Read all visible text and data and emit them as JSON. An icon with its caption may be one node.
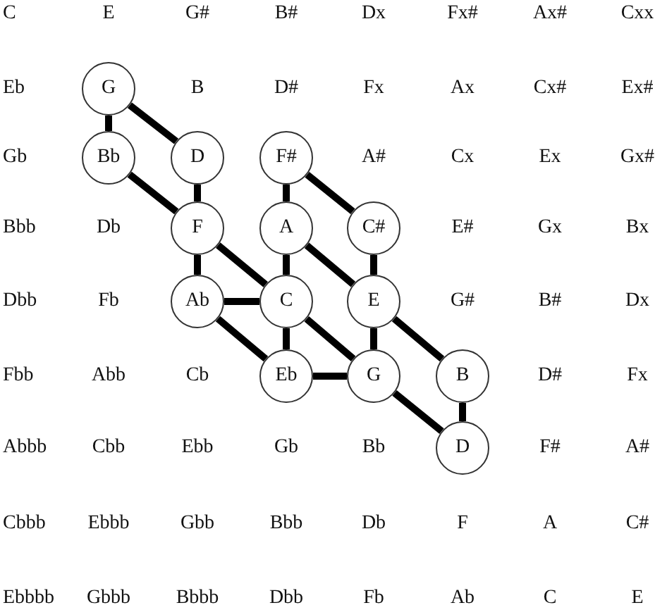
{
  "diagram": {
    "nodes": [
      {
        "text": [
          "G"
        ]
      },
      {
        "text": [
          "Bb"
        ]
      },
      {
        "text": [
          "D"
        ]
      },
      {
        "text": [
          "F#"
        ]
      },
      {
        "text": [
          "F"
        ]
      },
      {
        "text": [
          "A"
        ]
      },
      {
        "text": [
          "C#"
        ]
      },
      {
        "text": [
          "Ab"
        ]
      },
      {
        "text": [
          "C"
        ]
      },
      {
        "text": [
          "E"
        ]
      },
      {
        "text": [
          "Eb"
        ]
      },
      {
        "text": [
          "G"
        ]
      },
      {
        "text": [
          "B"
        ]
      },
      {
        "text": [
          "D"
        ]
      }
    ],
    "edges": [
      {
        "from": 0,
        "to": 1,
        "arrow": "none"
      },
      {
        "from": 0,
        "to": 2,
        "arrow": "none"
      },
      {
        "from": 1,
        "to": 4,
        "arrow": "none"
      },
      {
        "from": 2,
        "to": 4,
        "arrow": "none"
      },
      {
        "from": 3,
        "to": 5,
        "arrow": "none"
      },
      {
        "from": 3,
        "to": 6,
        "arrow": "none"
      },
      {
        "from": 4,
        "to": 7,
        "arrow": "none"
      },
      {
        "from": 4,
        "to": 8,
        "arrow": "none"
      },
      {
        "from": 5,
        "to": 8,
        "arrow": "none"
      },
      {
        "from": 5,
        "to": 9,
        "arrow": "none"
      },
      {
        "from": 6,
        "to": 9,
        "arrow": "none"
      },
      {
        "from": 7,
        "to": 8,
        "arrow": "none"
      },
      {
        "from": 7,
        "to": 10,
        "arrow": "none"
      },
      {
        "from": 8,
        "to": 10,
        "arrow": "none"
      },
      {
        "from": 8,
        "to": 11,
        "arrow": "none"
      },
      {
        "from": 9,
        "to": 11,
        "arrow": "none"
      },
      {
        "from": 9,
        "to": 12,
        "arrow": "none"
      },
      {
        "from": 10,
        "to": 11,
        "arrow": "none"
      },
      {
        "from": 11,
        "to": 13,
        "arrow": "none"
      },
      {
        "from": 12,
        "to": 13,
        "arrow": "none"
      }
    ],
    "labels": [
      "C",
      "E",
      "G#",
      "B#",
      "Dx",
      "Fx#",
      "Ax#",
      "Cxx",
      "Eb",
      "B",
      "D#",
      "Fx",
      "Ax",
      "Cx#",
      "Ex#",
      "Gb",
      "A#",
      "Cx",
      "Ex",
      "Gx#",
      "Bbb",
      "Db",
      "E#",
      "Gx",
      "Bx",
      "Dbb",
      "Fb",
      "G#",
      "B#",
      "Dx",
      "Fbb",
      "Abb",
      "Cb",
      "D#",
      "Fx",
      "Abbb",
      "Cbb",
      "Ebb",
      "Gb",
      "Bb",
      "F#",
      "A#",
      "Cbbb",
      "Ebbb",
      "Gbb",
      "Bbb",
      "Db",
      "F",
      "A",
      "C#",
      "Ebbbb",
      "Gbbb",
      "Bbbb",
      "Dbb",
      "Fb",
      "Ab",
      "C",
      "E"
    ]
  }
}
